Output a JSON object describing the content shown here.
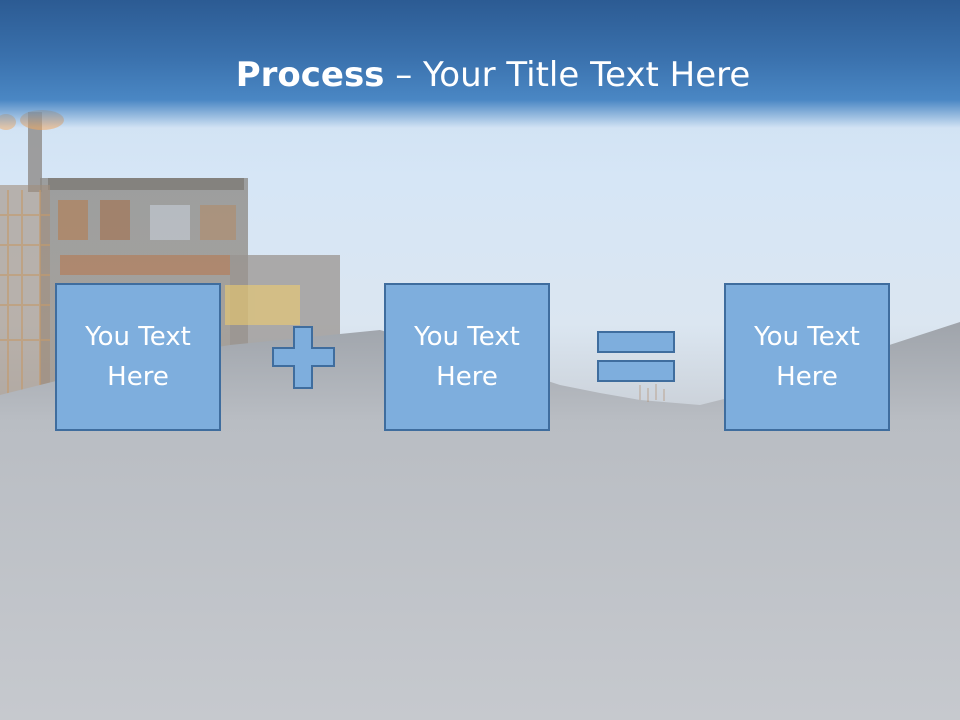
{
  "slide": {
    "title_bold": "Process",
    "title_rest": " – Your Title Text Here"
  },
  "process": {
    "boxes": [
      {
        "line1": "You Text",
        "line2": "Here"
      },
      {
        "line1": "You Text",
        "line2": "Here"
      },
      {
        "line1": "You Text",
        "line2": "Here"
      }
    ],
    "operators": [
      "plus-icon",
      "equals-icon"
    ]
  },
  "colors": {
    "title_bar": "#3a71ad",
    "box_fill": "#7eaedd",
    "box_border": "#3f6d9e",
    "text": "#ffffff"
  }
}
